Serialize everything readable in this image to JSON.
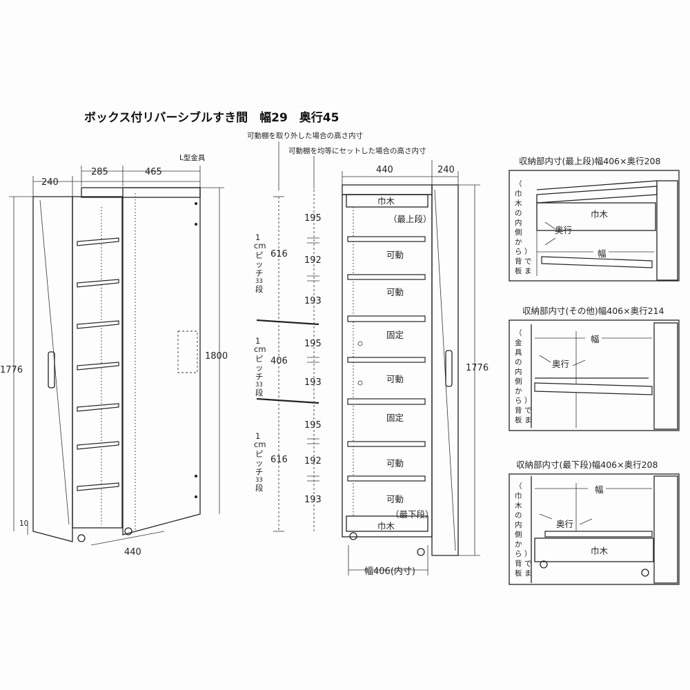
{
  "title": "ボックス付リバーシブルすき間　幅29　奥行45",
  "left_view": {
    "bracket_label": "L型金具",
    "dims": {
      "w_240": "240",
      "w_285": "285",
      "w_465": "465",
      "h_1776": "1776",
      "h_1800": "1800",
      "d_440": "440",
      "base_10": "10"
    }
  },
  "center_view": {
    "note_removed": "可動棚を取り外した場合の高さ内寸",
    "note_even": "可動棚を均等にセットした場合の高さ内寸",
    "top_dims": {
      "w_440": "440",
      "w_240": "240"
    },
    "pitch_label": [
      "1",
      "cm",
      "ピ",
      "ッ",
      "チ",
      "33",
      "段"
    ],
    "sections": [
      {
        "total": "616",
        "parts": [
          "195",
          "192",
          "193"
        ]
      },
      {
        "total": "406",
        "parts": [
          "195",
          "193"
        ]
      },
      {
        "total": "616",
        "parts": [
          "195",
          "192",
          "193"
        ]
      }
    ],
    "shelf_labels": [
      "巾木",
      "（最上段）",
      "可動",
      "可動",
      "固定",
      "可動",
      "固定",
      "可動",
      "可動",
      "（最下段）",
      "巾木"
    ],
    "height_1776": "1776",
    "bottom_width": "幅406(内寸)"
  },
  "detail_top": {
    "caption": "収納部内寸(最上段)幅406×奥行208",
    "side_note": [
      "（",
      "巾",
      "木",
      "の",
      "内",
      "側",
      "か",
      "ら",
      "背",
      "板",
      "ま",
      "で",
      "）"
    ],
    "kick_label": "巾木",
    "depth_label": "奥行",
    "width_label": "幅"
  },
  "detail_mid": {
    "caption": "収納部内寸(その他)幅406×奥行214",
    "side_note": [
      "（",
      "金",
      "具",
      "の",
      "内",
      "側",
      "か",
      "ら",
      "背",
      "板",
      "ま",
      "で",
      "）"
    ],
    "width_label": "幅",
    "depth_label": "奥行"
  },
  "detail_bottom": {
    "caption": "収納部内寸(最下段)幅406×奥行208",
    "side_note": [
      "（",
      "巾",
      "木",
      "の",
      "内",
      "側",
      "か",
      "ら",
      "背",
      "板",
      "ま",
      "で",
      "）"
    ],
    "width_label": "幅",
    "depth_label": "奥行",
    "kick_label": "巾木"
  }
}
